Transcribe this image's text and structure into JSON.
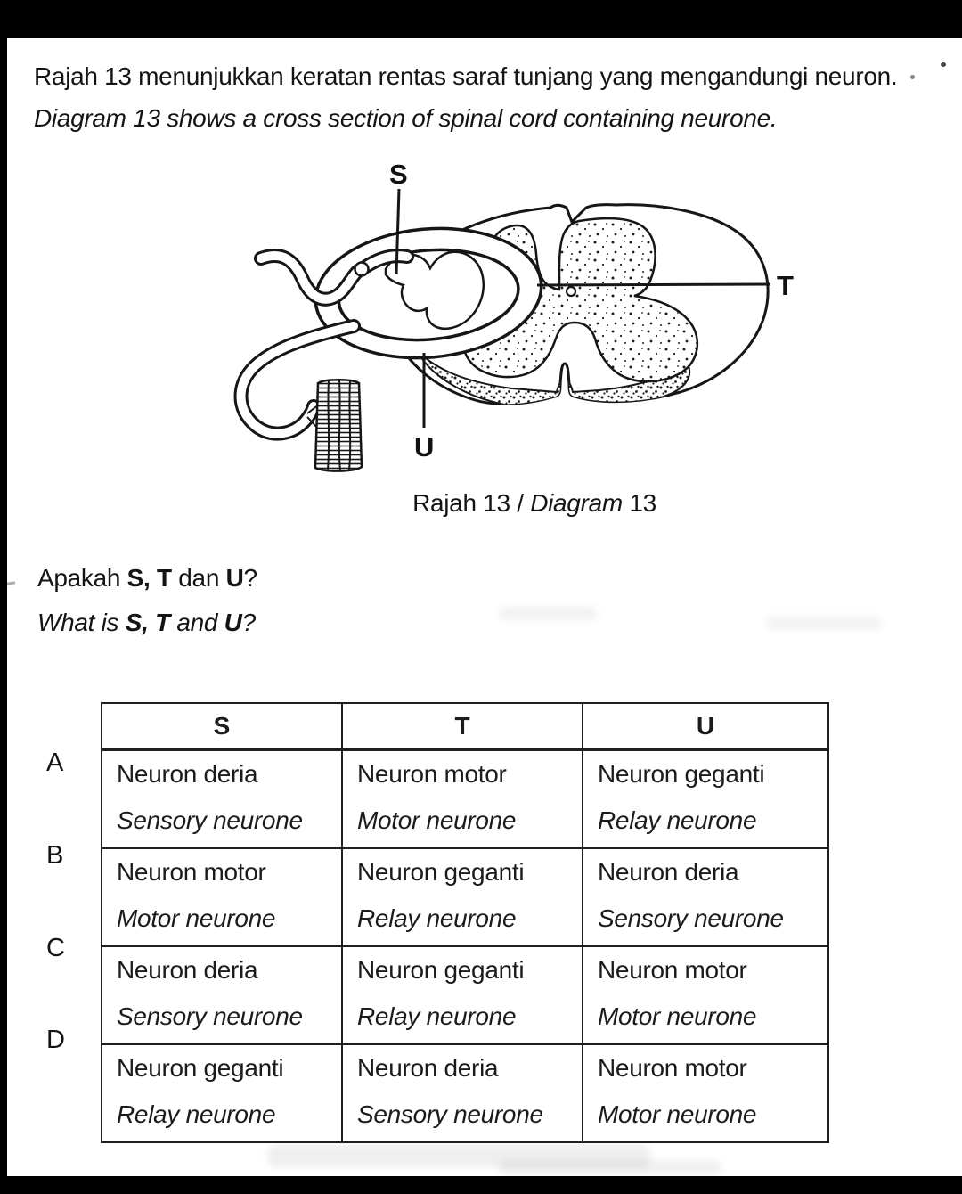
{
  "page": {
    "header_line_my": "Rajah 13 menunjukkan keratan rentas saraf tunjang yang mengandungi neuron.",
    "header_line_en": "Diagram 13 shows a cross section of spinal cord containing neurone.",
    "caption": {
      "prefix": "Rajah 13 / ",
      "italic_word": "Diagram",
      "suffix": " 13"
    },
    "question_my": {
      "pre": "Apakah ",
      "bold1": "S, T",
      "mid": " dan ",
      "bold2": "U",
      "post": "?"
    },
    "question_en": {
      "pre": "What is ",
      "bold1": "S, T",
      "mid": " and ",
      "bold2": "U",
      "post": "?"
    }
  },
  "diagram": {
    "labels": {
      "s": "S",
      "t": "T",
      "u": "U"
    },
    "description": "Cross section of spinal cord with reflex arc: S points to dorsal root fibre, T points to grey matter, U points to ventral fibre leading to muscle"
  },
  "table": {
    "headers": [
      "S",
      "T",
      "U"
    ],
    "rows": [
      {
        "option": "A",
        "cells": [
          {
            "my": "Neuron deria",
            "en": "Sensory neurone"
          },
          {
            "my": "Neuron motor",
            "en": "Motor neurone"
          },
          {
            "my": "Neuron geganti",
            "en": "Relay neurone"
          }
        ]
      },
      {
        "option": "B",
        "cells": [
          {
            "my": "Neuron motor",
            "en": "Motor neurone"
          },
          {
            "my": "Neuron geganti",
            "en": "Relay neurone"
          },
          {
            "my": "Neuron deria",
            "en": "Sensory neurone"
          }
        ]
      },
      {
        "option": "C",
        "cells": [
          {
            "my": "Neuron deria",
            "en": "Sensory neurone"
          },
          {
            "my": "Neuron geganti",
            "en": "Relay neurone"
          },
          {
            "my": "Neuron motor",
            "en": "Motor neurone"
          }
        ]
      },
      {
        "option": "D",
        "cells": [
          {
            "my": "Neuron geganti",
            "en": "Relay neurone"
          },
          {
            "my": "Neuron deria",
            "en": "Sensory neurone"
          },
          {
            "my": "Neuron motor",
            "en": "Motor neurone"
          }
        ]
      }
    ]
  },
  "colors": {
    "ink": "#1b1b1b",
    "paper": "#ffffff",
    "bar": "#000000"
  }
}
